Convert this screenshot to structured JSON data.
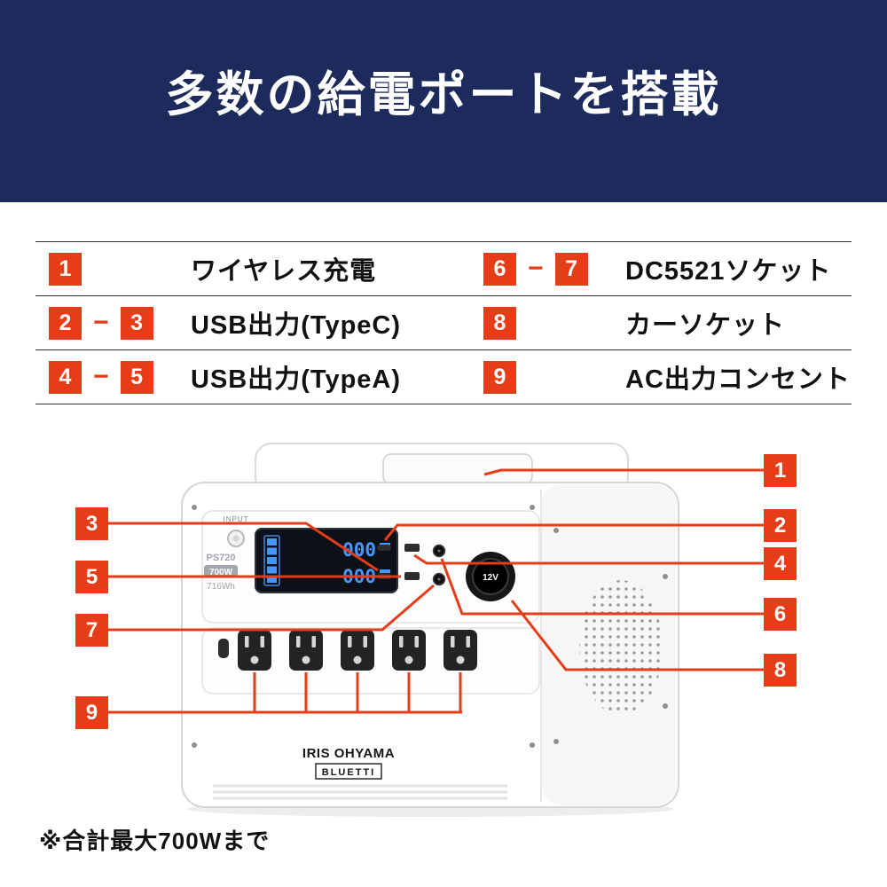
{
  "banner": {
    "title": "多数の給電ポートを搭載"
  },
  "legend": {
    "dash": "−",
    "rows": [
      {
        "left": {
          "badges": [
            "1"
          ],
          "label": "ワイヤレス充電"
        },
        "right": {
          "badges": [
            "6",
            "7"
          ],
          "label": "DC5521ソケット"
        }
      },
      {
        "left": {
          "badges": [
            "2",
            "3"
          ],
          "label": "USB出力(TypeC)"
        },
        "right": {
          "badges": [
            "8"
          ],
          "label": "カーソケット"
        }
      },
      {
        "left": {
          "badges": [
            "4",
            "5"
          ],
          "label": "USB出力(TypeA)"
        },
        "right": {
          "badges": [
            "9"
          ],
          "label": "AC出力コンセント"
        }
      }
    ]
  },
  "figure": {
    "callout_numbers": [
      "1",
      "2",
      "3",
      "4",
      "5",
      "6",
      "7",
      "8",
      "9"
    ],
    "device": {
      "brand_line1": "IRIS OHYAMA",
      "brand_line2": "BLUETTI",
      "model": "PS720",
      "wattage": "700W",
      "capacity": "716Wh",
      "input_label": "INPUT",
      "socket_label": "12V",
      "lcd_row1": "000",
      "lcd_row2": "000"
    }
  },
  "footnote": {
    "text": "※合計最大700Wまで"
  },
  "colors": {
    "accent_red": "#e63c17",
    "banner_navy": "#1c2b5c"
  }
}
